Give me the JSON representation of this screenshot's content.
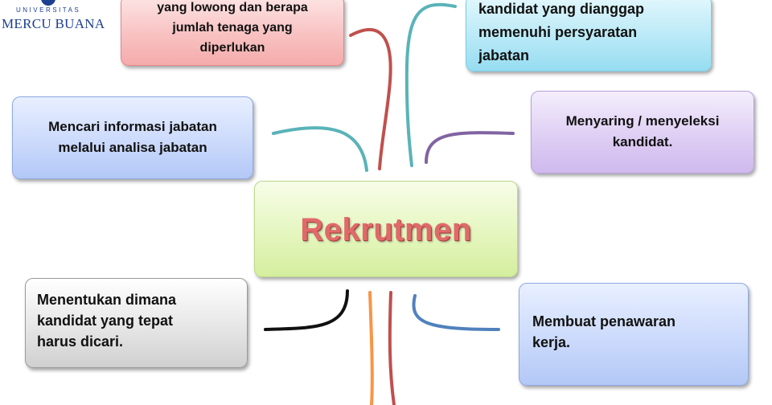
{
  "logo": {
    "university_label": "UNIVERSITAS",
    "name": "MERCU BUANA",
    "color": "#1d3f8f"
  },
  "diagram": {
    "center": {
      "title": "Rekrutmen"
    },
    "nodes": {
      "top_left": {
        "lines": [
          "yang lowong dan berapa",
          "jumlah tenaga yang",
          "diperlukan"
        ]
      },
      "top_right": {
        "lines": [
          "kandidat yang dianggap",
          "memenuhi persyaratan",
          "jabatan"
        ]
      },
      "mid_left": {
        "lines": [
          "Mencari informasi jabatan",
          "melalui analisa jabatan"
        ]
      },
      "mid_right": {
        "lines": [
          "Menyaring / menyeleksi",
          "kandidat."
        ]
      },
      "bottom_left": {
        "lines": [
          "Menentukan dimana",
          "kandidat yang tepat",
          "harus dicari."
        ]
      },
      "bottom_right": {
        "lines": [
          "Membuat penawaran",
          "kerja."
        ]
      }
    },
    "connector_colors": {
      "teal": "#5ab3b8",
      "red": "#c0504d",
      "purple": "#8064a2",
      "black": "#111111",
      "orange": "#f79646",
      "blue": "#4f81bd",
      "green": "#9bbb59"
    }
  }
}
